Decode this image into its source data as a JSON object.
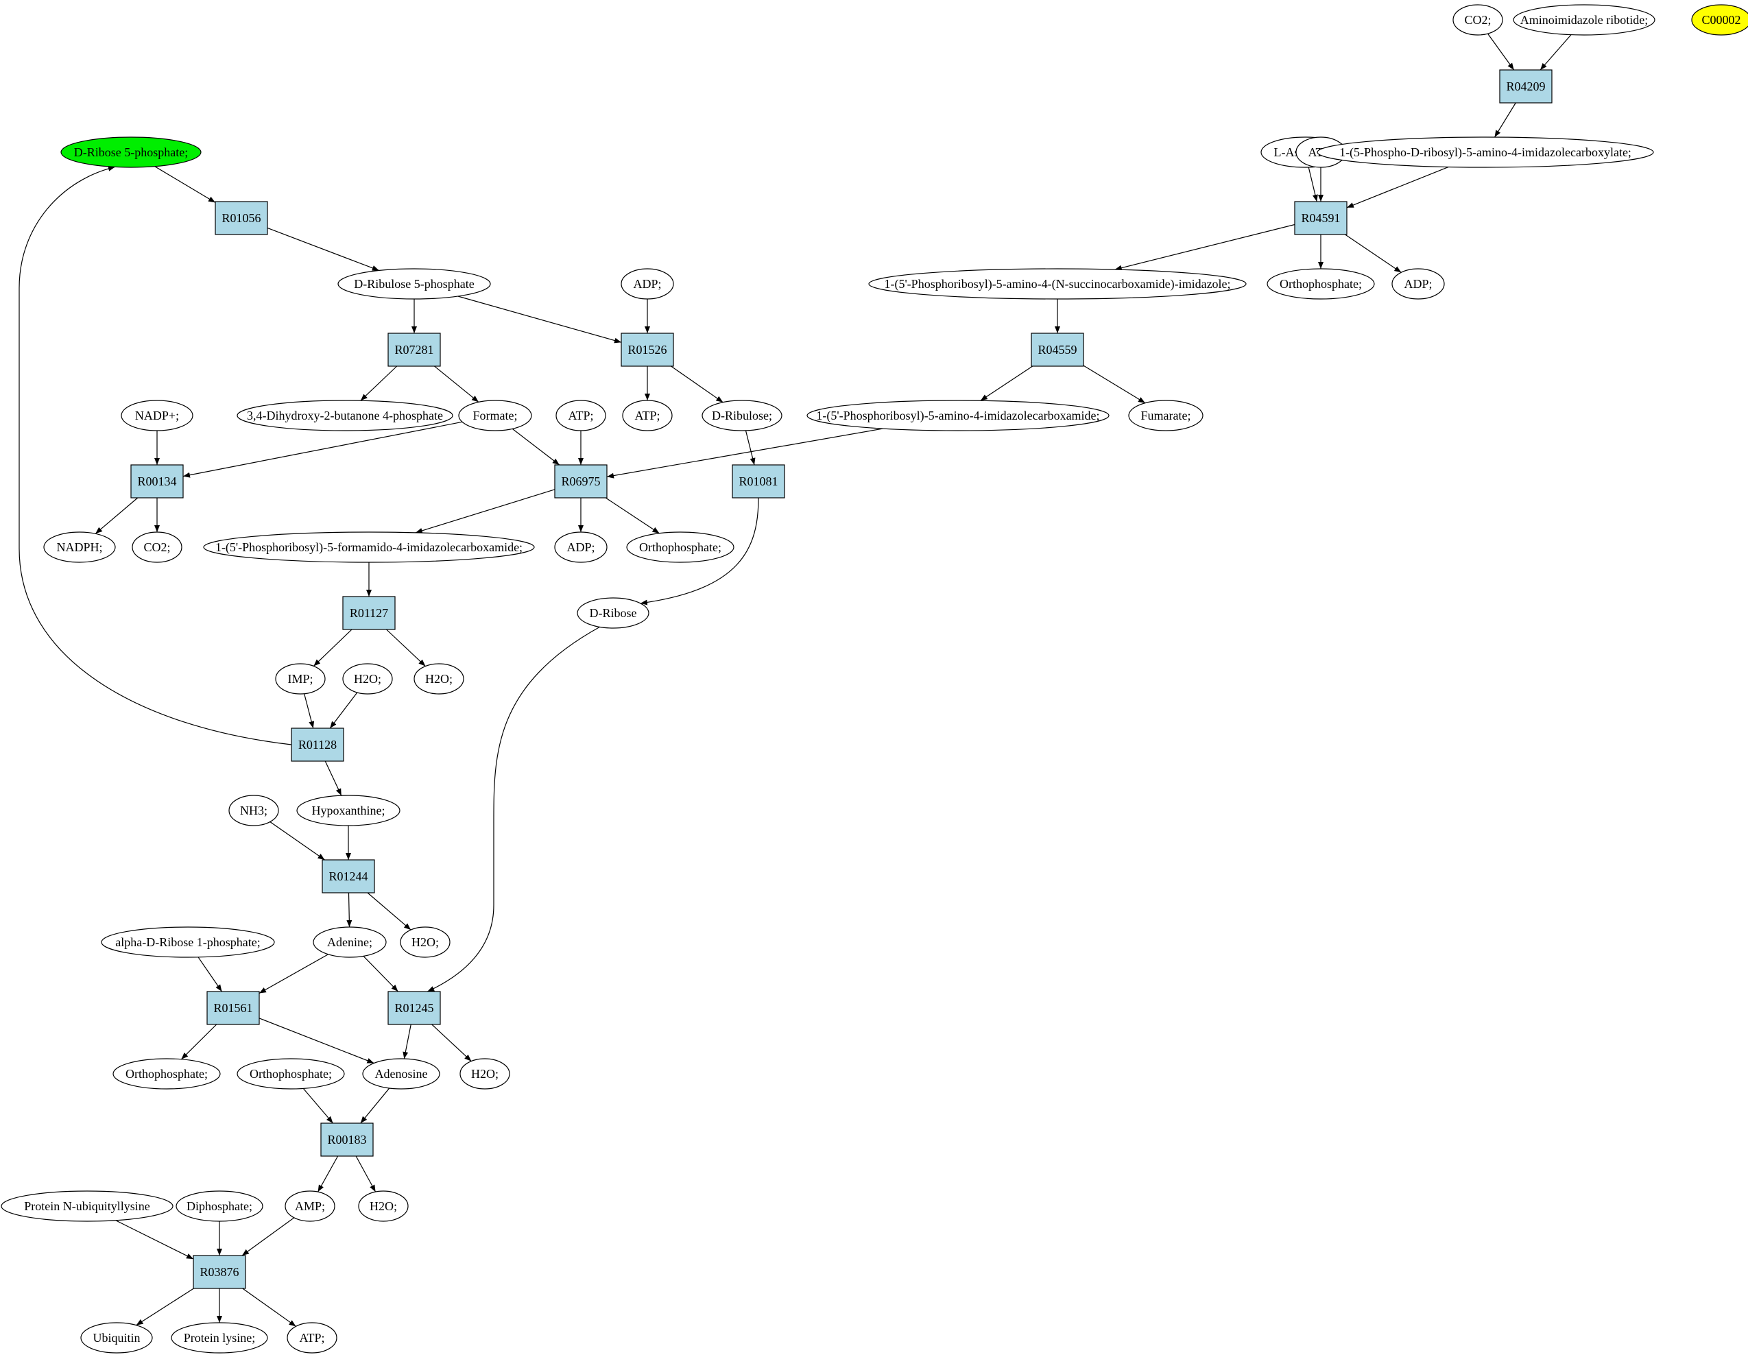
{
  "colors": {
    "reaction_fill": "#add8e6",
    "start_fill": "#00ee00",
    "target_fill": "#ffff00",
    "node_fill": "#ffffff",
    "stroke": "#000000"
  },
  "nodes": [
    {
      "id": "c_co2_top",
      "label": "CO2;",
      "kind": "compound"
    },
    {
      "id": "c_air",
      "label": "Aminoimidazole ribotide;",
      "kind": "compound"
    },
    {
      "id": "c_c00002",
      "label": "C00002",
      "kind": "target"
    },
    {
      "id": "r_R04209",
      "label": "R04209",
      "kind": "reaction"
    },
    {
      "id": "c_laspartate",
      "label": "L-Aspartate;",
      "kind": "compound"
    },
    {
      "id": "c_atp_top",
      "label": "ATP;",
      "kind": "compound"
    },
    {
      "id": "c_5pr_carboxylate",
      "label": "1-(5-Phospho-D-ribosyl)-5-amino-4-imidazolecarboxylate;",
      "kind": "compound"
    },
    {
      "id": "r_R04591",
      "label": "R04591",
      "kind": "reaction"
    },
    {
      "id": "c_saicar",
      "label": "1-(5'-Phosphoribosyl)-5-amino-4-(N-succinocarboxamide)-imidazole;",
      "kind": "compound"
    },
    {
      "id": "c_orthophos_r04591",
      "label": "Orthophosphate;",
      "kind": "compound"
    },
    {
      "id": "c_adp_r04591",
      "label": "ADP;",
      "kind": "compound"
    },
    {
      "id": "r_R04559",
      "label": "R04559",
      "kind": "reaction"
    },
    {
      "id": "c_aicar",
      "label": "1-(5'-Phosphoribosyl)-5-amino-4-imidazolecarboxamide;",
      "kind": "compound"
    },
    {
      "id": "c_fumarate",
      "label": "Fumarate;",
      "kind": "compound"
    },
    {
      "id": "c_r5p",
      "label": "D-Ribose 5-phosphate;",
      "kind": "start"
    },
    {
      "id": "r_R01056",
      "label": "R01056",
      "kind": "reaction"
    },
    {
      "id": "c_ru5p",
      "label": "D-Ribulose 5-phosphate",
      "kind": "compound"
    },
    {
      "id": "c_adp_r01526",
      "label": "ADP;",
      "kind": "compound"
    },
    {
      "id": "r_R07281",
      "label": "R07281",
      "kind": "reaction"
    },
    {
      "id": "r_R01526",
      "label": "R01526",
      "kind": "reaction"
    },
    {
      "id": "c_nadp",
      "label": "NADP+;",
      "kind": "compound"
    },
    {
      "id": "c_dhbp",
      "label": "3,4-Dihydroxy-2-butanone 4-phosphate",
      "kind": "compound"
    },
    {
      "id": "c_formate",
      "label": "Formate;",
      "kind": "compound"
    },
    {
      "id": "c_atp_r06975",
      "label": "ATP;",
      "kind": "compound"
    },
    {
      "id": "c_atp_r01526",
      "label": "ATP;",
      "kind": "compound"
    },
    {
      "id": "c_dribulose",
      "label": "D-Ribulose;",
      "kind": "compound"
    },
    {
      "id": "r_R00134",
      "label": "R00134",
      "kind": "reaction"
    },
    {
      "id": "r_R06975",
      "label": "R06975",
      "kind": "reaction"
    },
    {
      "id": "r_R01081",
      "label": "R01081",
      "kind": "reaction"
    },
    {
      "id": "c_nadph",
      "label": "NADPH;",
      "kind": "compound"
    },
    {
      "id": "c_co2_r00134",
      "label": "CO2;",
      "kind": "compound"
    },
    {
      "id": "c_faicar",
      "label": "1-(5'-Phosphoribosyl)-5-formamido-4-imidazolecarboxamide;",
      "kind": "compound"
    },
    {
      "id": "c_adp_r06975",
      "label": "ADP;",
      "kind": "compound"
    },
    {
      "id": "c_orthophos_r06975",
      "label": "Orthophosphate;",
      "kind": "compound"
    },
    {
      "id": "c_dribose",
      "label": "D-Ribose",
      "kind": "compound"
    },
    {
      "id": "r_R01127",
      "label": "R01127",
      "kind": "reaction"
    },
    {
      "id": "c_imp",
      "label": "IMP;",
      "kind": "compound"
    },
    {
      "id": "c_h2o_r01128",
      "label": "H2O;",
      "kind": "compound"
    },
    {
      "id": "c_h2o_r01127",
      "label": "H2O;",
      "kind": "compound"
    },
    {
      "id": "r_R01128",
      "label": "R01128",
      "kind": "reaction"
    },
    {
      "id": "c_nh3",
      "label": "NH3;",
      "kind": "compound"
    },
    {
      "id": "c_hypoxanthine",
      "label": "Hypoxanthine;",
      "kind": "compound"
    },
    {
      "id": "r_R01244",
      "label": "R01244",
      "kind": "reaction"
    },
    {
      "id": "c_ar1p",
      "label": "alpha-D-Ribose 1-phosphate;",
      "kind": "compound"
    },
    {
      "id": "c_adenine",
      "label": "Adenine;",
      "kind": "compound"
    },
    {
      "id": "c_h2o_r01244",
      "label": "H2O;",
      "kind": "compound"
    },
    {
      "id": "r_R01561",
      "label": "R01561",
      "kind": "reaction"
    },
    {
      "id": "r_R01245",
      "label": "R01245",
      "kind": "reaction"
    },
    {
      "id": "c_orthophos_r01561",
      "label": "Orthophosphate;",
      "kind": "compound"
    },
    {
      "id": "c_orthophos_r00183",
      "label": "Orthophosphate;",
      "kind": "compound"
    },
    {
      "id": "c_adenosine",
      "label": "Adenosine",
      "kind": "compound"
    },
    {
      "id": "c_h2o_r01245",
      "label": "H2O;",
      "kind": "compound"
    },
    {
      "id": "r_R00183",
      "label": "R00183",
      "kind": "reaction"
    },
    {
      "id": "c_protein_nub",
      "label": "Protein N-ubiquityllysine",
      "kind": "compound"
    },
    {
      "id": "c_diphosphate",
      "label": "Diphosphate;",
      "kind": "compound"
    },
    {
      "id": "c_amp",
      "label": "AMP;",
      "kind": "compound"
    },
    {
      "id": "c_h2o_r00183",
      "label": "H2O;",
      "kind": "compound"
    },
    {
      "id": "r_R03876",
      "label": "R03876",
      "kind": "reaction"
    },
    {
      "id": "c_ubiquitin",
      "label": "Ubiquitin",
      "kind": "compound"
    },
    {
      "id": "c_protein_lysine",
      "label": "Protein lysine;",
      "kind": "compound"
    },
    {
      "id": "c_atp_r03876",
      "label": "ATP;",
      "kind": "compound"
    }
  ],
  "edges": [
    [
      "c_co2_top",
      "r_R04209"
    ],
    [
      "c_air",
      "r_R04209"
    ],
    [
      "r_R04209",
      "c_5pr_carboxylate"
    ],
    [
      "c_laspartate",
      "r_R04591"
    ],
    [
      "c_atp_top",
      "r_R04591"
    ],
    [
      "c_5pr_carboxylate",
      "r_R04591"
    ],
    [
      "r_R04591",
      "c_saicar"
    ],
    [
      "r_R04591",
      "c_orthophos_r04591"
    ],
    [
      "r_R04591",
      "c_adp_r04591"
    ],
    [
      "c_saicar",
      "r_R04559"
    ],
    [
      "r_R04559",
      "c_aicar"
    ],
    [
      "r_R04559",
      "c_fumarate"
    ],
    [
      "c_r5p",
      "r_R01056"
    ],
    [
      "r_R01056",
      "c_ru5p"
    ],
    [
      "c_ru5p",
      "r_R07281"
    ],
    [
      "c_ru5p",
      "r_R01526"
    ],
    [
      "c_adp_r01526",
      "r_R01526"
    ],
    [
      "r_R07281",
      "c_dhbp"
    ],
    [
      "r_R07281",
      "c_formate"
    ],
    [
      "r_R01526",
      "c_atp_r01526"
    ],
    [
      "r_R01526",
      "c_dribulose"
    ],
    [
      "c_nadp",
      "r_R00134"
    ],
    [
      "c_formate",
      "r_R00134"
    ],
    [
      "c_formate",
      "r_R06975"
    ],
    [
      "c_atp_r06975",
      "r_R06975"
    ],
    [
      "c_aicar",
      "r_R06975"
    ],
    [
      "c_dribulose",
      "r_R01081"
    ],
    [
      "r_R00134",
      "c_nadph"
    ],
    [
      "r_R00134",
      "c_co2_r00134"
    ],
    [
      "r_R06975",
      "c_faicar"
    ],
    [
      "r_R06975",
      "c_adp_r06975"
    ],
    [
      "r_R06975",
      "c_orthophos_r06975"
    ],
    [
      "r_R01081",
      "c_dribose"
    ],
    [
      "c_faicar",
      "r_R01127"
    ],
    [
      "r_R01127",
      "c_imp"
    ],
    [
      "r_R01127",
      "c_h2o_r01127"
    ],
    [
      "c_imp",
      "r_R01128"
    ],
    [
      "c_h2o_r01128",
      "r_R01128"
    ],
    [
      "r_R01128",
      "c_r5p"
    ],
    [
      "r_R01128",
      "c_hypoxanthine"
    ],
    [
      "c_nh3",
      "r_R01244"
    ],
    [
      "c_hypoxanthine",
      "r_R01244"
    ],
    [
      "r_R01244",
      "c_adenine"
    ],
    [
      "r_R01244",
      "c_h2o_r01244"
    ],
    [
      "c_ar1p",
      "r_R01561"
    ],
    [
      "c_adenine",
      "r_R01561"
    ],
    [
      "c_adenine",
      "r_R01245"
    ],
    [
      "c_dribose",
      "r_R01245"
    ],
    [
      "r_R01561",
      "c_orthophos_r01561"
    ],
    [
      "r_R01561",
      "c_adenosine"
    ],
    [
      "r_R01245",
      "c_adenosine"
    ],
    [
      "r_R01245",
      "c_h2o_r01245"
    ],
    [
      "c_orthophos_r00183",
      "r_R00183"
    ],
    [
      "c_adenosine",
      "r_R00183"
    ],
    [
      "r_R00183",
      "c_amp"
    ],
    [
      "r_R00183",
      "c_h2o_r00183"
    ],
    [
      "c_protein_nub",
      "r_R03876"
    ],
    [
      "c_diphosphate",
      "r_R03876"
    ],
    [
      "c_amp",
      "r_R03876"
    ],
    [
      "r_R03876",
      "c_ubiquitin"
    ],
    [
      "r_R03876",
      "c_protein_lysine"
    ],
    [
      "r_R03876",
      "c_atp_r03876"
    ]
  ]
}
